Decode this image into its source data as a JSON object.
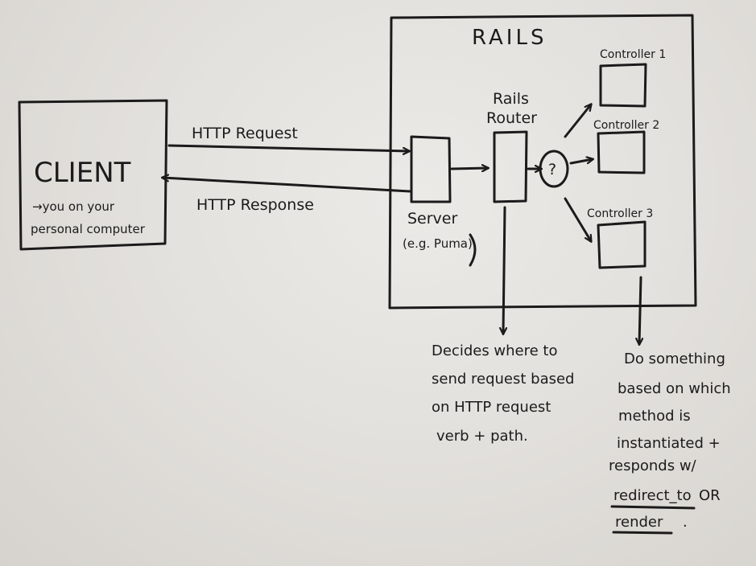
{
  "client": {
    "title": "CLIENT",
    "subtitle_line1": "→you on your",
    "subtitle_line2": "personal computer"
  },
  "rails": {
    "title": "RAILS"
  },
  "http": {
    "request": "HTTP Request",
    "response": "HTTP Response"
  },
  "server": {
    "label": "Server",
    "example": "(e.g. Puma)"
  },
  "router": {
    "line1": "Rails",
    "line2": "Router"
  },
  "decision": {
    "symbol": "?"
  },
  "controllers": [
    {
      "label": "Controller 1"
    },
    {
      "label": "Controller 2"
    },
    {
      "label": "Controller 3"
    }
  ],
  "router_note": {
    "lines": [
      "Decides where to",
      "send request based",
      "on HTTP request",
      "verb + path."
    ]
  },
  "controller_note": {
    "lines": [
      "Do something",
      "based on which",
      "method is",
      "instantiated +",
      "responds w/"
    ],
    "link1": "redirect_to",
    "link_joiner": "OR",
    "link2": "render",
    "trailing": "."
  }
}
